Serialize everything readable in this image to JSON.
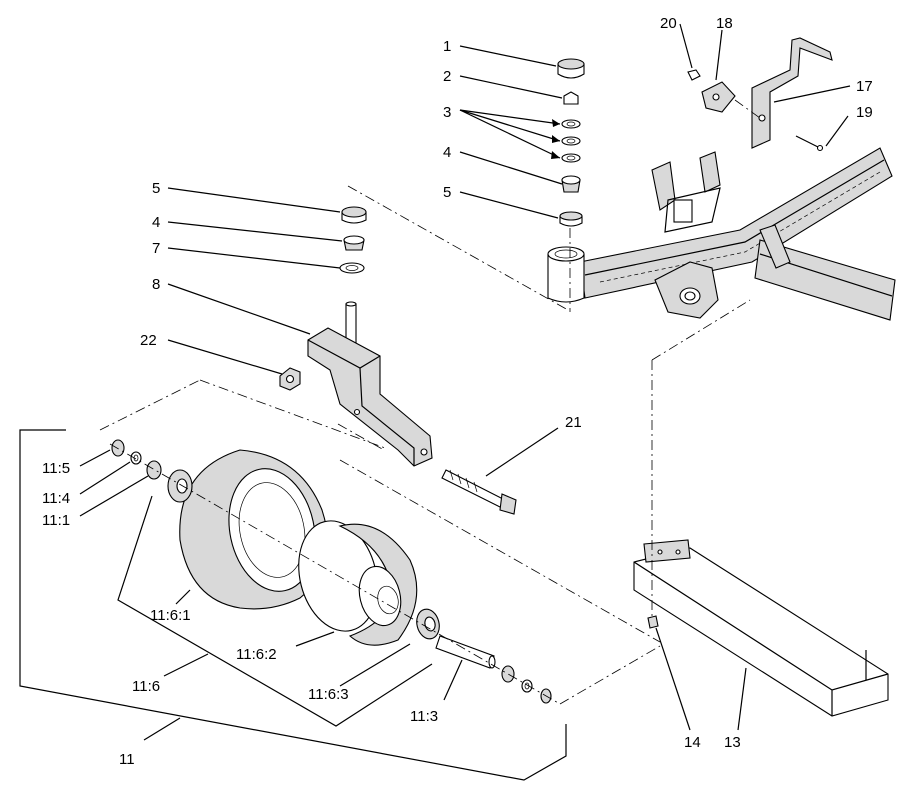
{
  "callouts": {
    "c1": "1",
    "c2": "2",
    "c3": "3",
    "c4a": "4",
    "c5a": "5",
    "c5b": "5",
    "c4b": "4",
    "c7": "7",
    "c8": "8",
    "c22": "22",
    "c21": "21",
    "c20": "20",
    "c18": "18",
    "c17": "17",
    "c19": "19",
    "c11_5": "11:5",
    "c11_4": "11:4",
    "c11_1": "11:1",
    "c11_6_1": "11:6:1",
    "c11_6_2": "11:6:2",
    "c11_6": "11:6",
    "c11_6_3": "11:6:3",
    "c11_3": "11:3",
    "c11": "11",
    "c14": "14",
    "c13": "13"
  }
}
